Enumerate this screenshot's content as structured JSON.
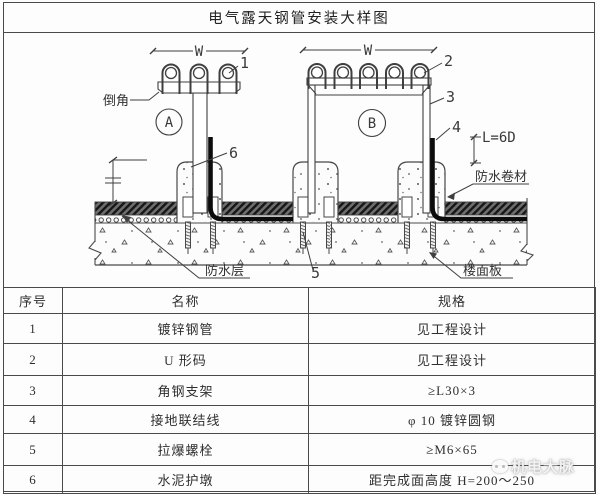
{
  "title": "电气露天钢管安装大样图",
  "diagram": {
    "labels": {
      "chamfer": "倒角",
      "dim_w_left": "W",
      "dim_w_right": "W",
      "dim_l": "L=6D",
      "section_a": "A",
      "section_b": "B",
      "waterproof_membrane": "防水卷材",
      "waterproof_layer": "防水层",
      "floor_slab": "楼面板",
      "callout_1": "1",
      "callout_2": "2",
      "callout_3": "3",
      "callout_4": "4",
      "callout_5": "5",
      "callout_6": "6"
    }
  },
  "table": {
    "headers": [
      "序号",
      "名称",
      "规格"
    ],
    "rows": [
      {
        "no": "1",
        "name": "镀锌钢管",
        "spec": "见工程设计"
      },
      {
        "no": "2",
        "name": "U 形码",
        "spec": "见工程设计"
      },
      {
        "no": "3",
        "name": "角钢支架",
        "spec": "≥L30×3"
      },
      {
        "no": "4",
        "name": "接地联结线",
        "spec": "φ 10 镀锌圆钢"
      },
      {
        "no": "5",
        "name": "拉爆螺栓",
        "spec": "≥M6×65"
      },
      {
        "no": "6",
        "name": "水泥护墩",
        "spec": "距完成面高度 H=200～250"
      }
    ]
  },
  "watermark": {
    "text": "机电大脉"
  },
  "colors": {
    "line": "#3f3f3f",
    "wire": "#0c0c0c",
    "paper": "#fdfdfd"
  }
}
